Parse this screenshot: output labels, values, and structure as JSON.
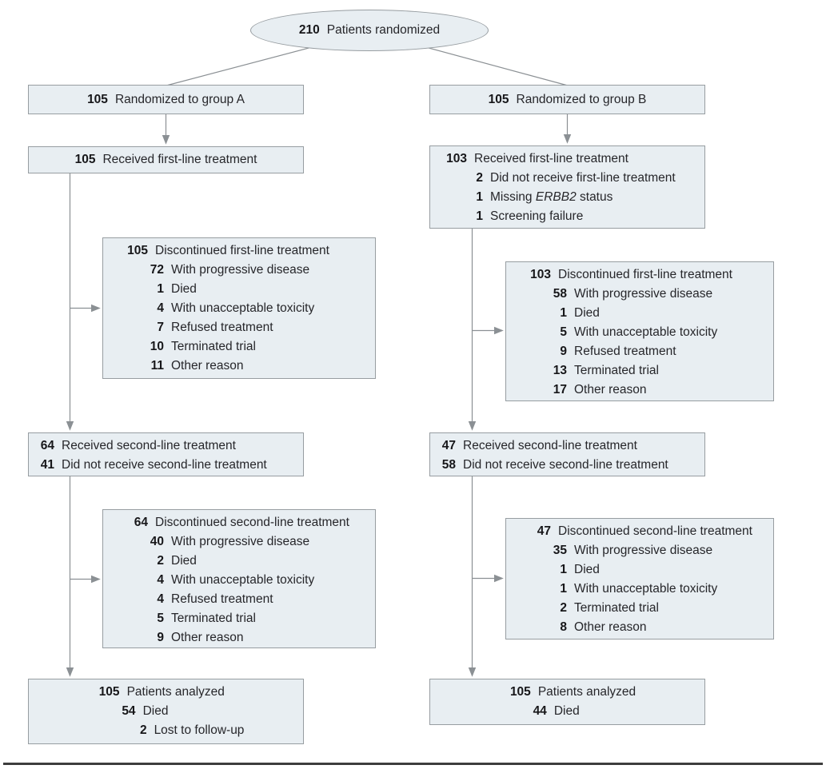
{
  "colors": {
    "box_fill": "#e8eef2",
    "box_border": "#979da1",
    "connector": "#8b9094",
    "text": "#26262a",
    "number": "#17171a",
    "bottom_rule": "#3d3d3d"
  },
  "root": {
    "n": "210",
    "t": "Patients randomized"
  },
  "groupA": {
    "randomized": {
      "n": "105",
      "t": "Randomized to group A"
    },
    "first_line": {
      "n": "105",
      "t": "Received first-line treatment"
    },
    "disc_first": {
      "lines": [
        {
          "n": "105",
          "t": "Discontinued first-line treatment"
        },
        {
          "n": "72",
          "t": "With progressive disease"
        },
        {
          "n": "1",
          "t": "Died"
        },
        {
          "n": "4",
          "t": "With unacceptable toxicity"
        },
        {
          "n": "7",
          "t": "Refused treatment"
        },
        {
          "n": "10",
          "t": "Terminated trial"
        },
        {
          "n": "11",
          "t": "Other reason"
        }
      ]
    },
    "second_line": {
      "lines": [
        {
          "n": "64",
          "t": "Received second-line treatment"
        },
        {
          "n": "41",
          "t": "Did not receive second-line treatment"
        }
      ]
    },
    "disc_second": {
      "lines": [
        {
          "n": "64",
          "t": "Discontinued second-line treatment"
        },
        {
          "n": "40",
          "t": "With progressive disease"
        },
        {
          "n": "2",
          "t": "Died"
        },
        {
          "n": "4",
          "t": "With unacceptable toxicity"
        },
        {
          "n": "4",
          "t": "Refused treatment"
        },
        {
          "n": "5",
          "t": "Terminated trial"
        },
        {
          "n": "9",
          "t": "Other reason"
        }
      ]
    },
    "analyzed": {
      "lines": [
        {
          "n": "105",
          "t": "Patients analyzed"
        },
        {
          "n": "54",
          "t": "Died"
        },
        {
          "n": "2",
          "t": "Lost to follow-up"
        }
      ]
    }
  },
  "groupB": {
    "randomized": {
      "n": "105",
      "t": "Randomized to group B"
    },
    "first_line": {
      "lines": [
        {
          "n": "103",
          "t": "Received first-line treatment"
        },
        {
          "n": "2",
          "t": "Did not receive first-line treatment"
        },
        {
          "n": "1",
          "pre": "Missing ",
          "italic": "ERBB2",
          "post": " status"
        },
        {
          "n": "1",
          "t": "Screening failure"
        }
      ]
    },
    "disc_first": {
      "lines": [
        {
          "n": "103",
          "t": "Discontinued first-line treatment"
        },
        {
          "n": "58",
          "t": "With progressive disease"
        },
        {
          "n": "1",
          "t": "Died"
        },
        {
          "n": "5",
          "t": "With unacceptable toxicity"
        },
        {
          "n": "9",
          "t": "Refused treatment"
        },
        {
          "n": "13",
          "t": "Terminated trial"
        },
        {
          "n": "17",
          "t": "Other reason"
        }
      ]
    },
    "second_line": {
      "lines": [
        {
          "n": "47",
          "t": "Received second-line treatment"
        },
        {
          "n": "58",
          "t": "Did not receive second-line treatment"
        }
      ]
    },
    "disc_second": {
      "lines": [
        {
          "n": "47",
          "t": "Discontinued second-line treatment"
        },
        {
          "n": "35",
          "t": "With progressive disease"
        },
        {
          "n": "1",
          "t": "Died"
        },
        {
          "n": "1",
          "t": "With unacceptable toxicity"
        },
        {
          "n": "2",
          "t": "Terminated trial"
        },
        {
          "n": "8",
          "t": "Other reason"
        }
      ]
    },
    "analyzed": {
      "lines": [
        {
          "n": "105",
          "t": "Patients analyzed"
        },
        {
          "n": "44",
          "t": "Died"
        }
      ]
    }
  }
}
